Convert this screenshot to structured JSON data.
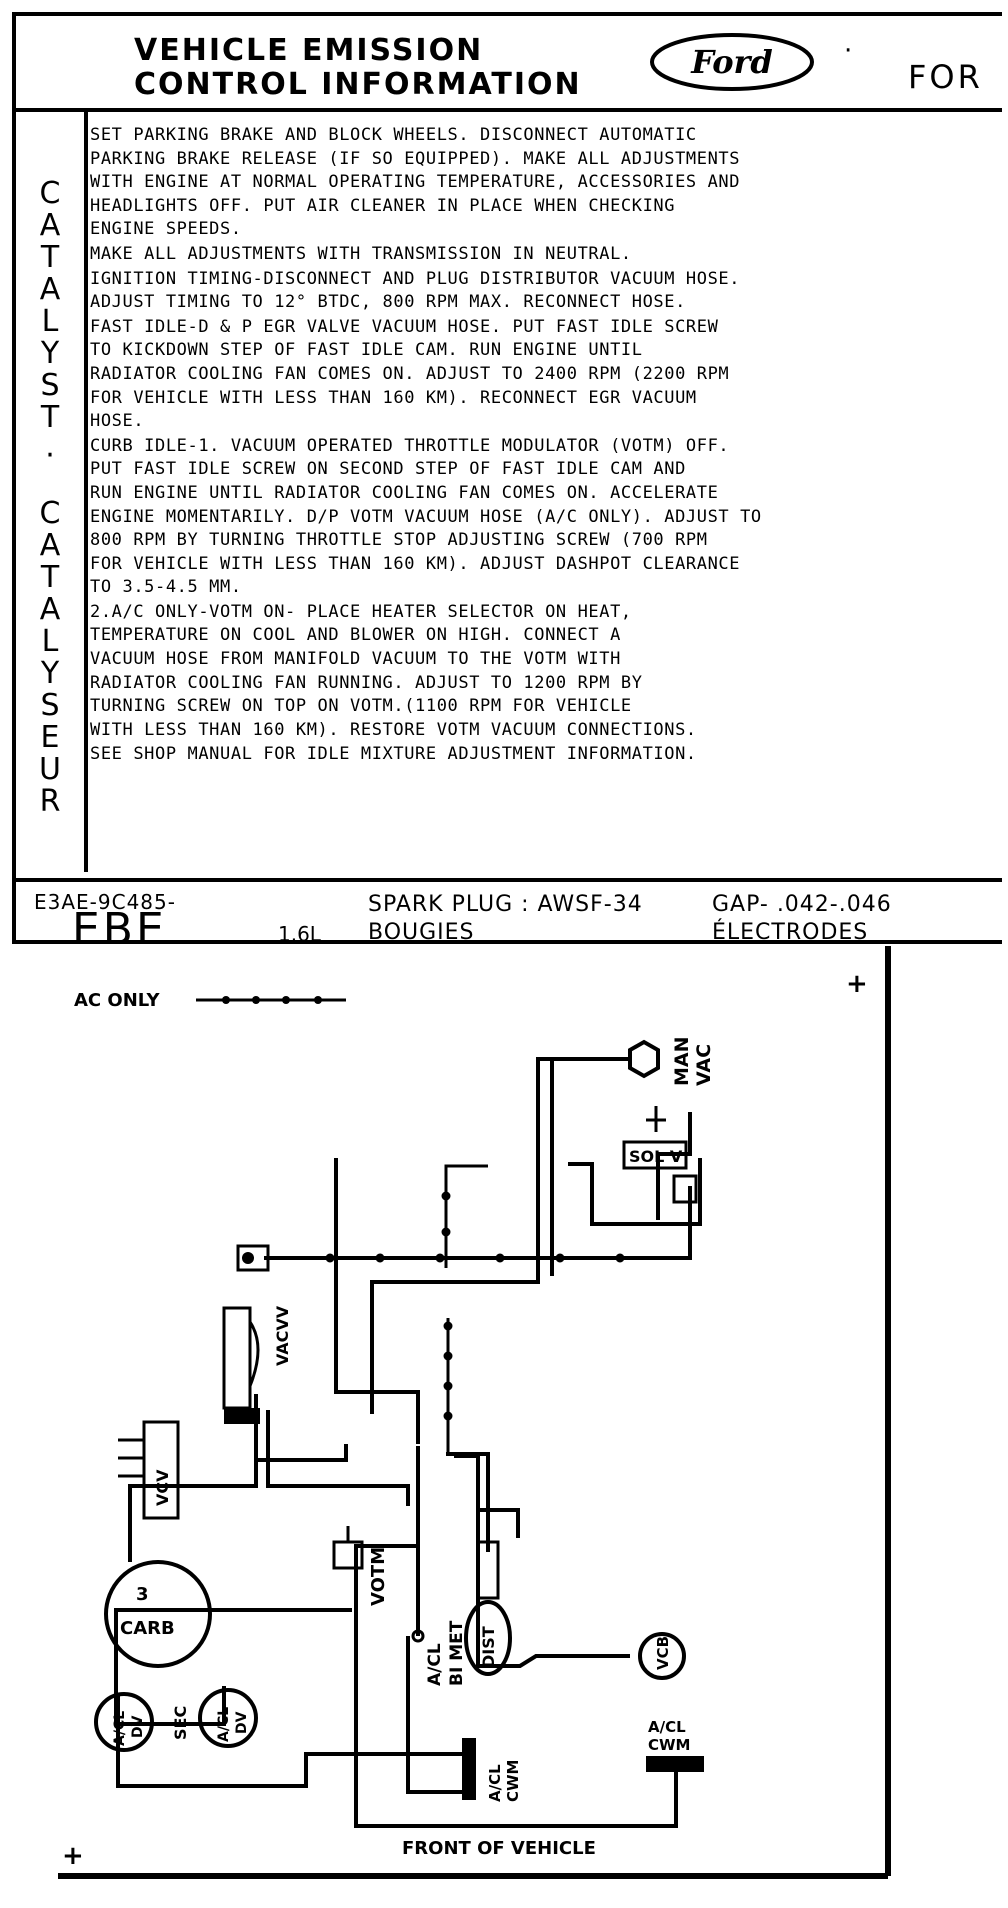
{
  "header": {
    "title_line1": "VEHICLE EMISSION",
    "title_line2": "CONTROL INFORMATION",
    "logo_text": "Ford",
    "dot": "·",
    "right_text": "FOR"
  },
  "side_label": [
    "C",
    "A",
    "T",
    "A",
    "L",
    "Y",
    "S",
    "T",
    "·",
    "C",
    "A",
    "T",
    "A",
    "L",
    "Y",
    "S",
    "E",
    "U",
    "R"
  ],
  "instructions": [
    "SET PARKING BRAKE AND BLOCK WHEELS. DISCONNECT AUTOMATIC\nPARKING BRAKE RELEASE (IF SO EQUIPPED). MAKE ALL ADJUSTMENTS\nWITH ENGINE AT NORMAL OPERATING TEMPERATURE, ACCESSORIES AND\nHEADLIGHTS OFF. PUT AIR CLEANER IN PLACE WHEN CHECKING\nENGINE SPEEDS.",
    "MAKE ALL ADJUSTMENTS WITH TRANSMISSION IN NEUTRAL.",
    "IGNITION TIMING-DISCONNECT AND PLUG DISTRIBUTOR VACUUM HOSE.\nADJUST TIMING TO 12° BTDC, 800 RPM MAX. RECONNECT HOSE.",
    "FAST IDLE-D & P EGR VALVE VACUUM HOSE. PUT FAST IDLE SCREW\nTO KICKDOWN STEP OF FAST IDLE CAM. RUN ENGINE UNTIL\nRADIATOR COOLING FAN COMES ON. ADJUST TO 2400 RPM (2200 RPM\nFOR VEHICLE WITH LESS THAN 160 KM). RECONNECT EGR VACUUM\nHOSE.",
    "CURB IDLE-1. VACUUM OPERATED THROTTLE MODULATOR (VOTM) OFF.\nPUT FAST IDLE SCREW ON SECOND STEP OF FAST IDLE CAM AND\nRUN ENGINE UNTIL RADIATOR COOLING FAN COMES ON. ACCELERATE\nENGINE MOMENTARILY. D/P VOTM VACUUM HOSE (A/C ONLY). ADJUST TO\n800 RPM BY TURNING THROTTLE STOP ADJUSTING SCREW (700 RPM\nFOR VEHICLE WITH LESS THAN 160 KM). ADJUST DASHPOT CLEARANCE\nTO 3.5-4.5 MM.",
    "2.A/C ONLY-VOTM ON- PLACE HEATER SELECTOR ON HEAT,\nTEMPERATURE ON COOL AND BLOWER ON HIGH. CONNECT A\nVACUUM HOSE FROM MANIFOLD VACUUM TO THE VOTM WITH\nRADIATOR COOLING FAN RUNNING. ADJUST TO 1200 RPM BY\nTURNING SCREW ON TOP ON VOTM.(1100 RPM FOR VEHICLE\nWITH LESS THAN 160 KM). RESTORE VOTM VACUUM CONNECTIONS.",
    "SEE SHOP MANUAL FOR IDLE MIXTURE ADJUSTMENT INFORMATION."
  ],
  "footer": {
    "part_number": "E3AE-9C485-",
    "code": "EBE",
    "engine": "1.6L",
    "spark_plug": "SPARK PLUG : AWSF-34",
    "bougies": "BOUGIES",
    "gap": "GAP- .042-.046",
    "electrodes": "ÉLECTRODES"
  },
  "diagram": {
    "legend": "AC ONLY",
    "plus": "+",
    "man_vac": [
      "MAN",
      "VAC"
    ],
    "solv": "SOL V",
    "vacvv": "VACVV",
    "vcv": "VCV",
    "votm": "VOTM",
    "acl_bimet": [
      "A/CL",
      "BI MET"
    ],
    "dist": "DIST",
    "vcb": "VCB",
    "carb_num": "3",
    "carb": "CARB",
    "acl": "A/CL",
    "dv": "DV",
    "sec": "SEC",
    "cwm": "CWM",
    "front": "FRONT OF VEHICLE"
  }
}
